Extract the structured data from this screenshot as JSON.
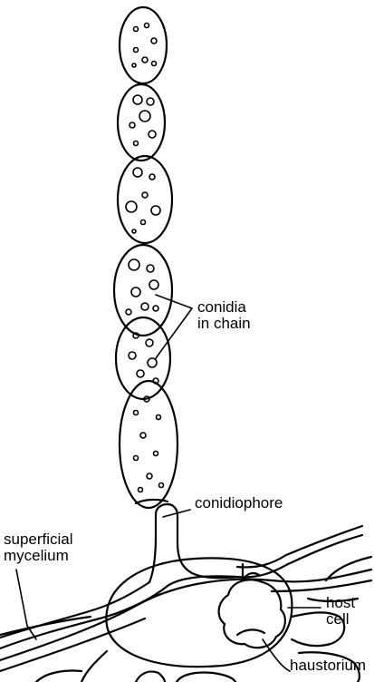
{
  "labels": {
    "conidia": {
      "line1": "conidia",
      "line2": "in chain"
    },
    "conidiophore": "conidiophore",
    "superficial_mycelium": {
      "line1": "superficial",
      "line2": "mycelium"
    },
    "host_cell": {
      "line1": "host",
      "line2": "cell"
    },
    "haustorium": "haustorium"
  },
  "colors": {
    "ink": "#000000",
    "background": "#ffffff"
  }
}
